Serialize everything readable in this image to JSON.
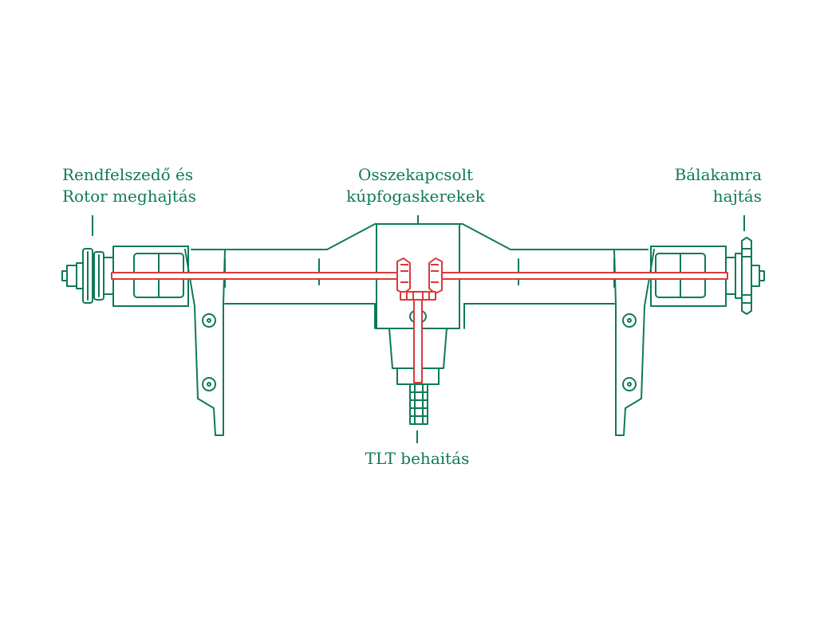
{
  "labels": {
    "left": [
      "Rendfelszedő és",
      "Rotor meghajtás"
    ],
    "center": [
      "Osszekapcsolt",
      "kúpfogaskerekek"
    ],
    "right": [
      "Bálakamra",
      "hajtás"
    ],
    "bottom": "TLT behaitás"
  },
  "colors": {
    "line": "#0e7a5a",
    "drive": "#d93a3a",
    "background": "#ffffff"
  }
}
